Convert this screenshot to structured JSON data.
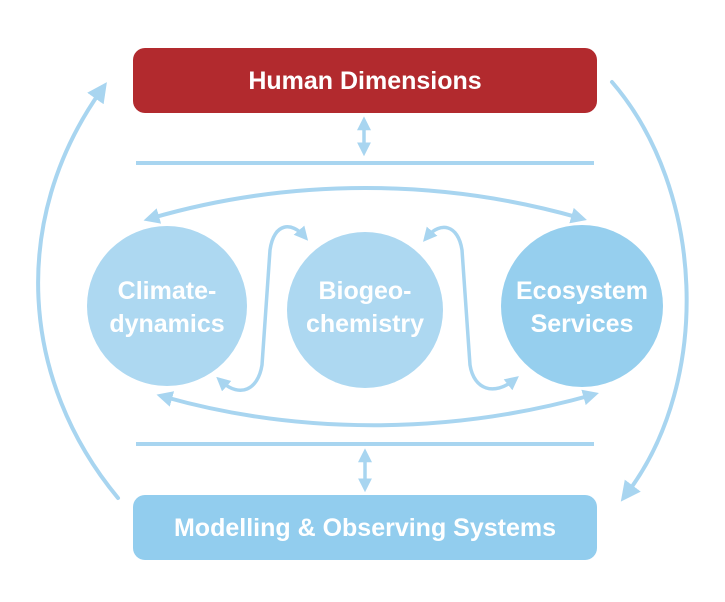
{
  "colors": {
    "human_dimensions_fill": "#B22A2E",
    "modelling_fill": "#92CDEE",
    "climate_fill": "#ADD8F1",
    "biogeo_fill": "#ADD8F1",
    "ecosystem_fill": "#96CFEE",
    "connector": "#A8D5F0",
    "text": "#FFFFFF"
  },
  "top_box": {
    "label": "Human Dimensions"
  },
  "bottom_box": {
    "label": "Modelling & Observing Systems"
  },
  "nodes": [
    {
      "id": "climate",
      "lines": [
        "Climate-",
        "dynamics"
      ]
    },
    {
      "id": "biogeo",
      "lines": [
        "Biogeo-",
        "chemistry"
      ]
    },
    {
      "id": "ecosystem",
      "lines": [
        "Ecosystem",
        "Services"
      ]
    }
  ],
  "connections": [
    {
      "from": "Human Dimensions",
      "to": "components",
      "type": "double-arrow"
    },
    {
      "from": "components",
      "to": "Modelling & Observing Systems",
      "type": "double-arrow"
    },
    {
      "from": "Climate-dynamics",
      "to": "Ecosystem Services",
      "type": "double-arrow"
    },
    {
      "from": "Climate-dynamics",
      "to": "Biogeochemistry",
      "type": "double-arrow"
    },
    {
      "from": "Biogeochemistry",
      "to": "Ecosystem Services",
      "type": "double-arrow"
    },
    {
      "from": "Modelling & Observing Systems",
      "to": "Human Dimensions",
      "type": "cycle-arrow"
    },
    {
      "from": "Human Dimensions",
      "to": "Modelling & Observing Systems",
      "type": "cycle-arrow"
    }
  ]
}
